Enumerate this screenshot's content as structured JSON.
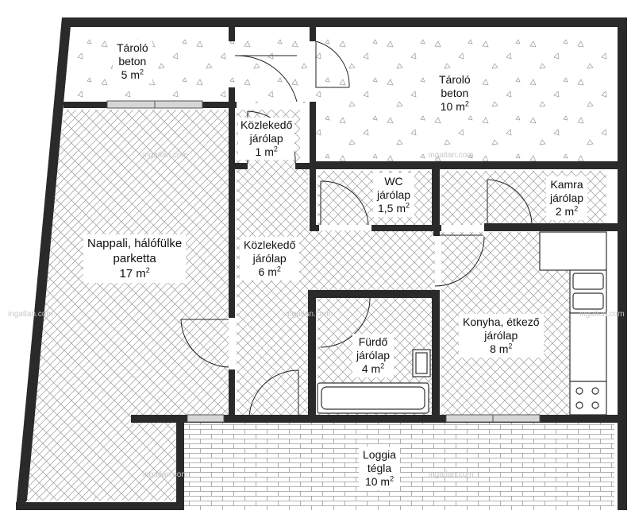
{
  "rooms": [
    {
      "id": "storage-small",
      "name": "Tároló",
      "material": "beton",
      "area": "5",
      "unit": "m",
      "sup": "2"
    },
    {
      "id": "storage-large",
      "name": "Tároló",
      "material": "beton",
      "area": "10",
      "unit": "m",
      "sup": "2"
    },
    {
      "id": "corridor-small",
      "name": "Közlekedő",
      "material": "járólap",
      "area": "1",
      "unit": "m",
      "sup": "2"
    },
    {
      "id": "wc",
      "name": "WC",
      "material": "járólap",
      "area": "1,5",
      "unit": "m",
      "sup": "2"
    },
    {
      "id": "pantry",
      "name": "Kamra",
      "material": "járólap",
      "area": "2",
      "unit": "m",
      "sup": "2"
    },
    {
      "id": "living",
      "name": "Nappali, hálófülke",
      "material": "parketta",
      "area": "17",
      "unit": "m",
      "sup": "2"
    },
    {
      "id": "corridor-main",
      "name": "Közlekedő",
      "material": "járólap",
      "area": "6",
      "unit": "m",
      "sup": "2"
    },
    {
      "id": "kitchen",
      "name": "Konyha, étkező",
      "material": "járólap",
      "area": "8",
      "unit": "m",
      "sup": "2"
    },
    {
      "id": "bathroom",
      "name": "Fürdő",
      "material": "járólap",
      "area": "4",
      "unit": "m",
      "sup": "2"
    },
    {
      "id": "loggia",
      "name": "Loggia",
      "material": "tégla",
      "area": "10",
      "unit": "m",
      "sup": "2"
    }
  ],
  "watermark": "ingatlan.com",
  "colors": {
    "wall": "#2a2a2a",
    "hatch": "#9a9a9a",
    "background": "#ffffff",
    "window": "#c9c9c9"
  }
}
